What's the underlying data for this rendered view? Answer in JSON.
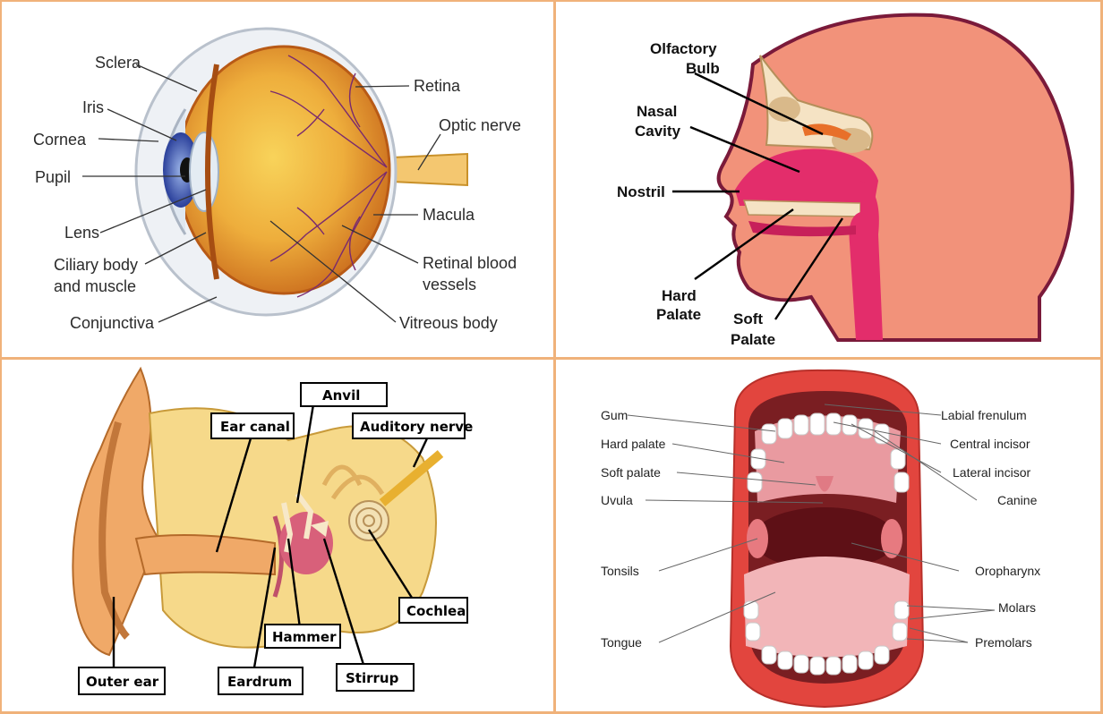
{
  "eye": {
    "labels": {
      "sclera": "Sclera",
      "iris": "Iris",
      "cornea": "Cornea",
      "pupil": "Pupil",
      "lens": "Lens",
      "ciliary_1": "Ciliary body",
      "ciliary_2": "and muscle",
      "conjunctiva": "Conjunctiva",
      "retina": "Retina",
      "optic_nerve": "Optic nerve",
      "macula": "Macula",
      "rbv_1": "Retinal blood",
      "rbv_2": "vessels",
      "vitreous": "Vitreous body"
    }
  },
  "nose": {
    "labels": {
      "olfactory_1": "Olfactory",
      "olfactory_2": "Bulb",
      "nasal_1": "Nasal",
      "nasal_2": "Cavity",
      "nostril": "Nostril",
      "hard_1": "Hard",
      "hard_2": "Palate",
      "soft_1": "Soft",
      "soft_2": "Palate"
    }
  },
  "ear": {
    "labels": {
      "anvil": "Anvil",
      "ear_canal": "Ear canal",
      "auditory_nerve": "Auditory nerve",
      "cochlea": "Cochlea",
      "hammer": "Hammer",
      "outer_ear": "Outer ear",
      "eardrum": "Eardrum",
      "stirrup": "Stirrup"
    }
  },
  "mouth": {
    "labels": {
      "gum": "Gum",
      "hard_palate": "Hard palate",
      "soft_palate": "Soft palate",
      "uvula": "Uvula",
      "tonsils": "Tonsils",
      "tongue": "Tongue",
      "labial_frenulum": "Labial frenulum",
      "central_incisor": "Central incisor",
      "lateral_incisor": "Lateral incisor",
      "canine": "Canine",
      "oropharynx": "Oropharynx",
      "molars": "Molars",
      "premolars": "Premolars"
    }
  },
  "colors": {
    "border": "#f0b27a",
    "eye_ball": "#e8a13a",
    "nose_skin": "#f2927a",
    "ear_skin": "#f0a968",
    "mouth_lip": "#e2453e"
  }
}
